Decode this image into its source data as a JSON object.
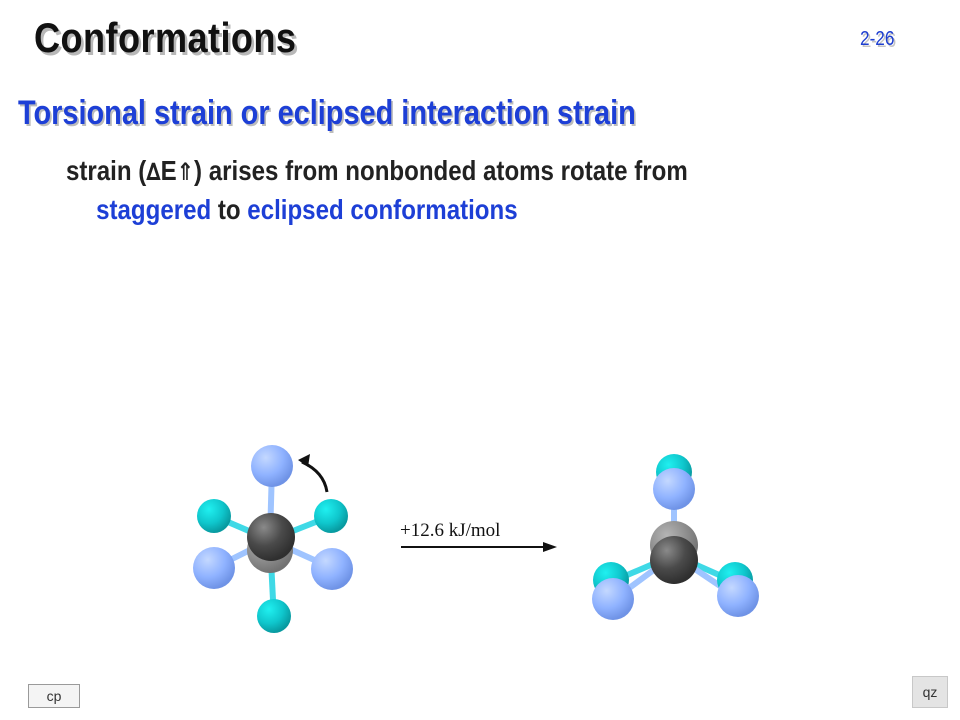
{
  "slide": {
    "title": "Conformations",
    "number": "2-26",
    "subtitle": "Torsional strain or eclipsed interaction strain",
    "body": {
      "part1": "strain (",
      "delta_symbol": "∆",
      "e_letter": "E",
      "arrow_symbol": "⇑",
      "part2": ") arises from nonbonded atoms rotate from",
      "staggered": "staggered",
      "to": " to ",
      "eclipsed": "eclipsed conformations"
    }
  },
  "diagram": {
    "energy_label": "+12.6 kJ/mol",
    "rotation_arrow_icon": "curved-arrow-icon",
    "reaction_arrow_icon": "right-arrow-icon",
    "colors": {
      "carbon": "#4a4a4a",
      "hydrogen_front": "#8fb2ff",
      "hydrogen_back": "#12d0d6",
      "bond_front": "#9fc4ff",
      "bond_back": "#3fd9e6",
      "bond_gray": "#9a9a9a"
    }
  },
  "nav": {
    "cp": "cp",
    "qz": "qz"
  }
}
